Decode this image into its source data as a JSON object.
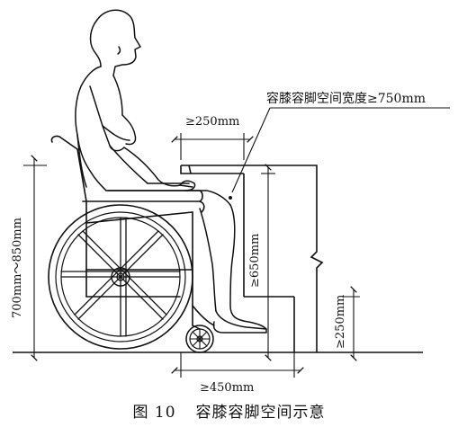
{
  "labels": {
    "width_note": "容膝容脚空间宽度≥750mm",
    "dim_top": "≥250mm",
    "dim_bottom": "≥450mm",
    "dim_left": "700mm～850mm",
    "dim_center": "≥650mm",
    "dim_right": "≥250mm"
  },
  "caption": {
    "number": "图 10",
    "title": "容膝容脚空间示意"
  }
}
